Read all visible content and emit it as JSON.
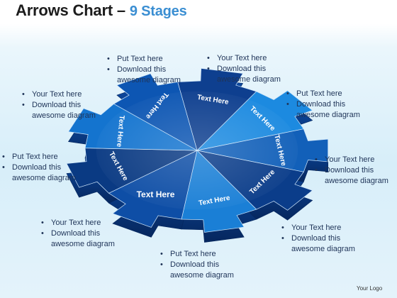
{
  "title": {
    "main": "Arrows Chart",
    "dash": "–",
    "accent": "9 Stages"
  },
  "segment_label": "Text Here",
  "captions": [
    {
      "id": "c1",
      "lines": [
        "Put Text here",
        "Download this",
        "awesome diagram"
      ]
    },
    {
      "id": "c2",
      "lines": [
        "Your Text here",
        "Download this",
        "awesome diagram"
      ]
    },
    {
      "id": "c3",
      "lines": [
        "Put Text here",
        "Download this",
        "awesome diagram"
      ]
    },
    {
      "id": "c4",
      "lines": [
        "Your Text here",
        "Download this",
        "awesome diagram"
      ]
    },
    {
      "id": "c5",
      "lines": [
        "Your Text here",
        "Download this",
        "awesome diagram"
      ]
    },
    {
      "id": "c6",
      "lines": [
        "Put Text here",
        "Download this",
        "awesome diagram"
      ]
    },
    {
      "id": "c7",
      "lines": [
        "Your Text here",
        "Download this",
        "awesome diagram"
      ]
    },
    {
      "id": "c8",
      "lines": [
        "Put Text here",
        "Download this",
        "awesome diagram"
      ]
    },
    {
      "id": "c9",
      "lines": [
        "Your Text here",
        "Download this",
        "awesome diagram"
      ]
    }
  ],
  "logo": "Your Logo",
  "colors": {
    "title_accent": "#3a8ed2",
    "segments": [
      "#0e3f8f",
      "#1c8ae0",
      "#1260b9",
      "#0b3d8a",
      "#1a7fd6",
      "#0e4ea6",
      "#0a3a83",
      "#1474cf",
      "#0d56b3"
    ],
    "rim": "#0a3378"
  }
}
